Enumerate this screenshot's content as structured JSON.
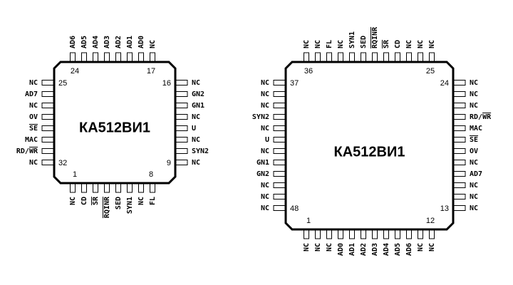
{
  "colors": {
    "line": "#000000",
    "background": "#ffffff"
  },
  "chips": [
    {
      "name": "КА512ВИ1",
      "package": "32-pin",
      "corner_numbers": {
        "top_left": "24",
        "top_right": "17",
        "right_top": "16",
        "right_bottom": "9",
        "bottom_left": "1",
        "bottom_right": "8",
        "left_top": "25",
        "left_bottom": "32"
      },
      "pins_top": [
        "AD6",
        "AD5",
        "AD4",
        "AD3",
        "AD2",
        "AD1",
        "AD0",
        "NC"
      ],
      "pins_left": [
        "NC",
        "AD7",
        "NC",
        "OV",
        "~SE",
        "MAC",
        "RD/~WR",
        "NC"
      ],
      "pins_right": [
        "NC",
        "GN2",
        "GN1",
        "NC",
        "U",
        "NC",
        "SYN2",
        "NC"
      ],
      "pins_bottom": [
        "NC",
        "CD",
        "~SR",
        "~RQINR",
        "SED",
        "SYN1",
        "NC",
        "FL"
      ]
    },
    {
      "name": "КА512ВИ1",
      "package": "48-pin",
      "corner_numbers": {
        "top_left": "36",
        "top_right": "25",
        "right_top": "24",
        "right_bottom": "13",
        "bottom_left": "1",
        "bottom_right": "12",
        "left_top": "37",
        "left_bottom": "48"
      },
      "pins_top": [
        "NC",
        "NC",
        "FL",
        "NC",
        "SYN1",
        "SED",
        "~RQINR",
        "~SR",
        "CD",
        "NC",
        "NC",
        "NC"
      ],
      "pins_left": [
        "NC",
        "NC",
        "NC",
        "SYN2",
        "NC",
        "U",
        "NC",
        "GN1",
        "GN2",
        "NC",
        "NC",
        "NC"
      ],
      "pins_right": [
        "NC",
        "NC",
        "NC",
        "RD/~WR",
        "MAC",
        "~SE",
        "OV",
        "NC",
        "AD7",
        "NC",
        "NC",
        "NC"
      ],
      "pins_bottom": [
        "NC",
        "NC",
        "NC",
        "AD0",
        "AD1",
        "AD2",
        "AD3",
        "AD4",
        "AD5",
        "AD6",
        "NC",
        "NC"
      ]
    }
  ]
}
